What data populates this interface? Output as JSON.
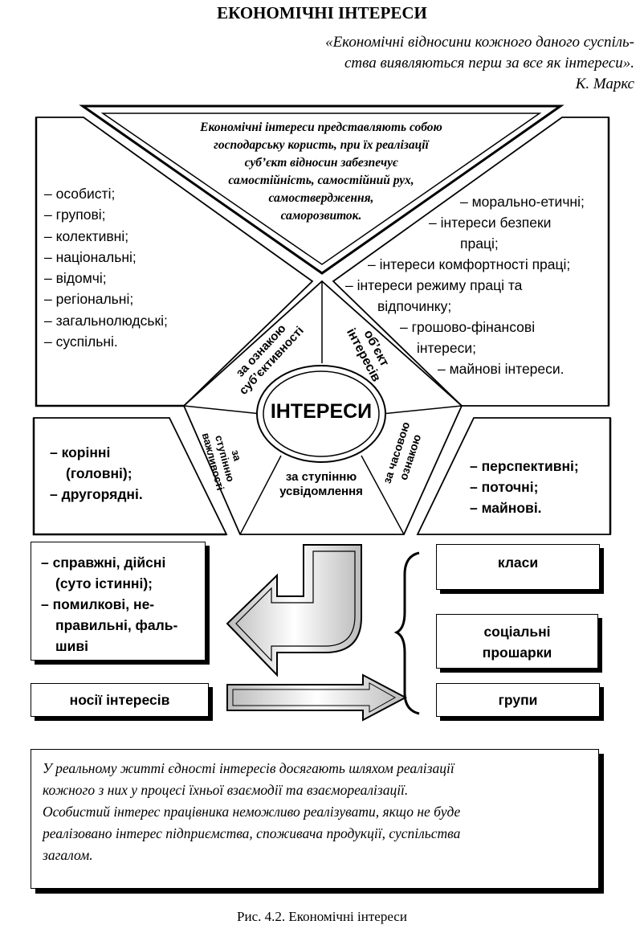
{
  "title": "ЕКОНОМІЧНІ ІНТЕРЕСИ",
  "epigraph": {
    "lines": [
      "«Економічні відносини кожного даного суспіль-",
      "ства виявляються перш за все як інтереси»."
    ],
    "author": "К. Маркс"
  },
  "definition": {
    "lines": [
      "Економічні інтереси представляють собою",
      "господарську користь, при їх реалізації",
      "суб’єкт відносин забезпечує",
      "самостійність, самостійний рух,",
      "самоствердження,",
      "саморозвиток."
    ]
  },
  "center_label": "ІНТЕРЕСИ",
  "sectors": {
    "subjectivity": [
      "за ознакою",
      "суб’єктивності"
    ],
    "object": [
      "об’єкт",
      "інтересів"
    ],
    "importance": [
      "за",
      "ступінню",
      "важливості"
    ],
    "awareness": [
      "за ступінню",
      "усвідомлення"
    ],
    "time": [
      "за часовою",
      "ознакою"
    ]
  },
  "subject_list": [
    "– особисті;",
    "– групові;",
    "– колективні;",
    "– національні;",
    "– відомчі;",
    "– регіональні;",
    "– загальнолюдські;",
    "– суспільні."
  ],
  "object_list": [
    "– морально-етичні;",
    "– інтереси безпеки",
    "праці;",
    "– інтереси комфортності праці;",
    "– інтереси режиму праці та",
    "відпочинку;",
    "– грошово-фінансові",
    "інтереси;",
    "– майнові інтереси."
  ],
  "importance_list": [
    "– корінні",
    "(головні);",
    "– другорядні."
  ],
  "time_list": [
    "– перспективні;",
    "– поточні;",
    "– майнові."
  ],
  "awareness_list": [
    "– справжні, дійсні",
    "(суто істинні);",
    "– помилкові, не-",
    "правильні, фаль-",
    "шиві"
  ],
  "carriers_label": "носії інтересів",
  "carriers": [
    "класи",
    "соціальні прошарки",
    "групи"
  ],
  "note_lines": [
    "У реальному житті єдності інтересів досягають шляхом реалізації",
    "кожного з них у процесі їхньої взаємодії та взаємореалізації.",
    "Особистий інтерес працівника неможливо реалізувати, якщо не буде",
    "реалізовано інтерес підприємства, споживача продукції, суспільства",
    "загалом."
  ],
  "caption": "Рис. 4.2. Економічні інтереси"
}
